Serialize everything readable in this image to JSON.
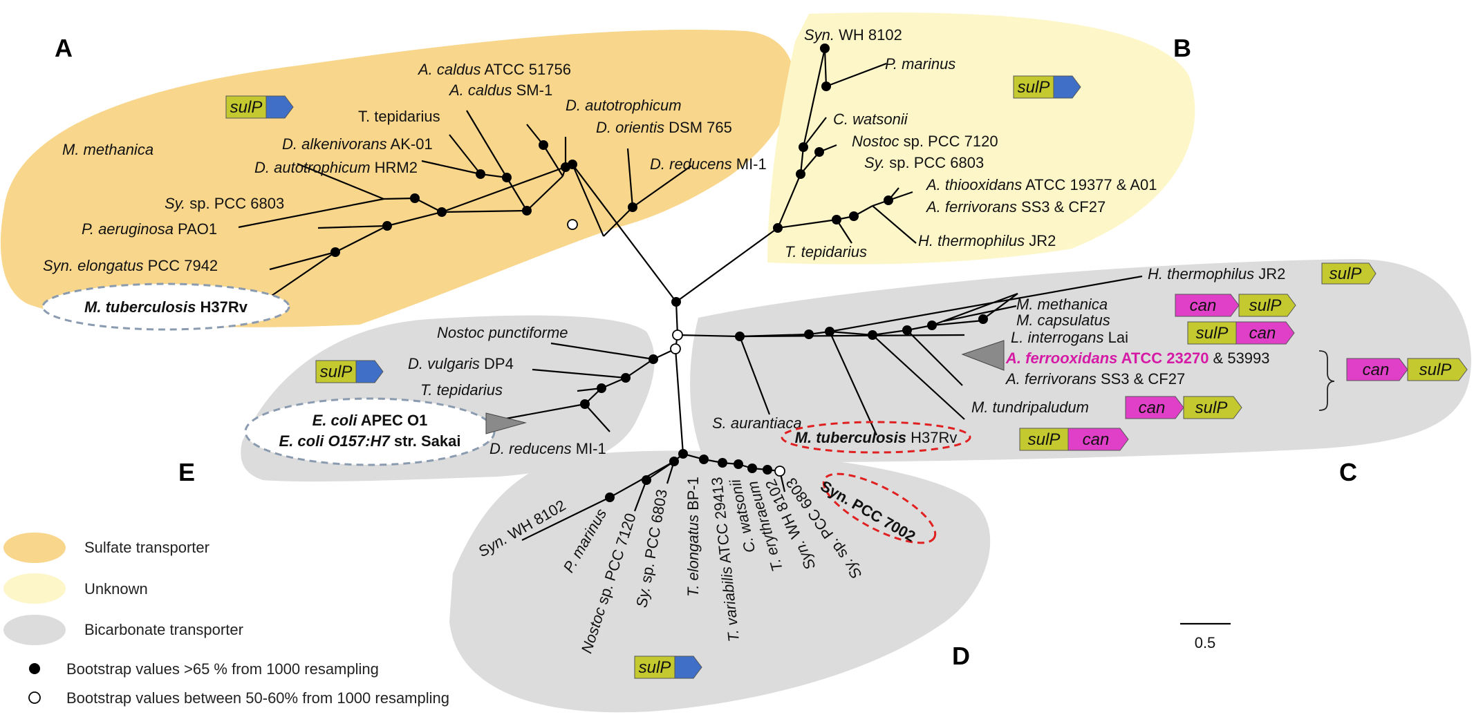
{
  "panels": {
    "a": "A",
    "b": "B",
    "c": "C",
    "d": "D",
    "e": "E"
  },
  "genes": {
    "sulp": "sulP",
    "can": "can"
  },
  "colors": {
    "sulfate": "#f8d68c",
    "unknown": "#fdf6c9",
    "bicarbonate": "#dcdcdc",
    "sulp_box": "#c3c92e",
    "blue_arrow": "#3f6fc6",
    "can_box": "#e040c8",
    "highlight": "#d51aa6",
    "red_dash": "#e02020",
    "grey_dash": "#8a9bb0"
  },
  "taxa": {
    "a_mmeth": "M. methanica",
    "a_sy": "Sy.",
    "a_sy_rest": " sp. PCC 6803",
    "a_paer": "P. aeruginosa",
    "a_paer_rest": " PAO1",
    "a_syn": "Syn. elongatus",
    "a_syn_rest": " PCC 7942",
    "a_mtb": "M. tuberculosis",
    "a_mtb_rest": " H37Rv",
    "a_ttep": "T. tepidarius",
    "a_dalk": "D. alkenivorans",
    "a_dalk_rest": " AK-01",
    "a_daut": "D. autotrophicum",
    "a_daut_rest": " HRM2",
    "a_acal1": "A. caldus",
    "a_acal1_rest": " ATCC 51756",
    "a_acal2": "A. caldus",
    "a_acal2_rest": " SM-1",
    "a_daut2": "D. autotrophicum",
    "a_dori": "D. orientis",
    "a_dori_rest": " DSM 765",
    "a_dred": "D. reducens",
    "a_dred_rest": " MI-1",
    "b_synwh": "Syn.",
    "b_synwh_rest": " WH 8102",
    "b_pmar": "P. marinus",
    "b_cwat": "C. watsonii",
    "b_nost": "Nostoc",
    "b_nost_rest": " sp. PCC 7120",
    "b_sy": "Sy.",
    "b_sy_rest": " sp. PCC 6803",
    "b_athi": "A. thiooxidans",
    "b_athi_rest": " ATCC 19377 & A01",
    "b_afer": "A. ferrivorans",
    "b_afer_rest": " SS3 & CF27",
    "b_hthe": "H. thermophilus",
    "b_hthe_rest": " JR2",
    "b_ttep": "T. tepidarius",
    "c_hthe": "H. thermophilus",
    "c_hthe_rest": " JR2",
    "c_mmeth": "M. methanica",
    "c_mcap": "M. capsulatus",
    "c_lint": "L.  interrogans",
    "c_lint_rest": " Lai",
    "c_aferro": "A. ferrooxidans",
    "c_aferro_b": " ATCC 23270",
    "c_aferro_rest": " & 53993",
    "c_afer": "A. ferrivorans",
    "c_afer_rest": " SS3 & CF27",
    "c_mtun": "M. tundripaludum",
    "c_saur": "S. aurantiaca",
    "c_mtb": "M. tuberculosis",
    "c_mtb_rest": " H37Rv",
    "e_npun": "Nostoc punctiforme",
    "e_dvul": "D. vulgaris",
    "e_dvul_rest": " DP4",
    "e_ttep": "T. tepidarius",
    "e_ecoli1": "E. coli",
    "e_ecoli1_rest": " APEC O1",
    "e_ecoli2": "E. coli O157:H7",
    "e_ecoli2_rest": " str. Sakai",
    "e_dred": "D. reducens",
    "e_dred_rest": " MI-1",
    "d_synwh": "Syn.",
    "d_synwh_rest": " WH 8102",
    "d_pmar": "P. marinus",
    "d_nost": "Nostoc",
    "d_nost_rest": " sp. PCC 7120",
    "d_sy": "Sy.",
    "d_sy_rest": " sp. PCC 6803",
    "d_telo": "T. elongatus",
    "d_telo_rest": " BP-1",
    "d_tvar": "T. variabilis",
    "d_tvar_rest": " ATCC 29413",
    "d_cwat": "C. watsonii",
    "d_tery": "T. erythraeum",
    "d_synwh2": "Syn.",
    "d_synwh2_rest": " WH 8102",
    "d_sy2": "Sy.",
    "d_sy2_rest": " sp. PCC 6803",
    "d_syn7002": "Syn. PCC 7002"
  },
  "legend": {
    "sulfate": "Sulfate transporter",
    "unknown": "Unknown",
    "bicarbonate": "Bicarbonate transporter",
    "boot_high": "Bootstrap values >65 % from 1000 resampling",
    "boot_mid": "Bootstrap values between 50-60% from 1000 resampling"
  },
  "scale": {
    "label": "0.5"
  }
}
